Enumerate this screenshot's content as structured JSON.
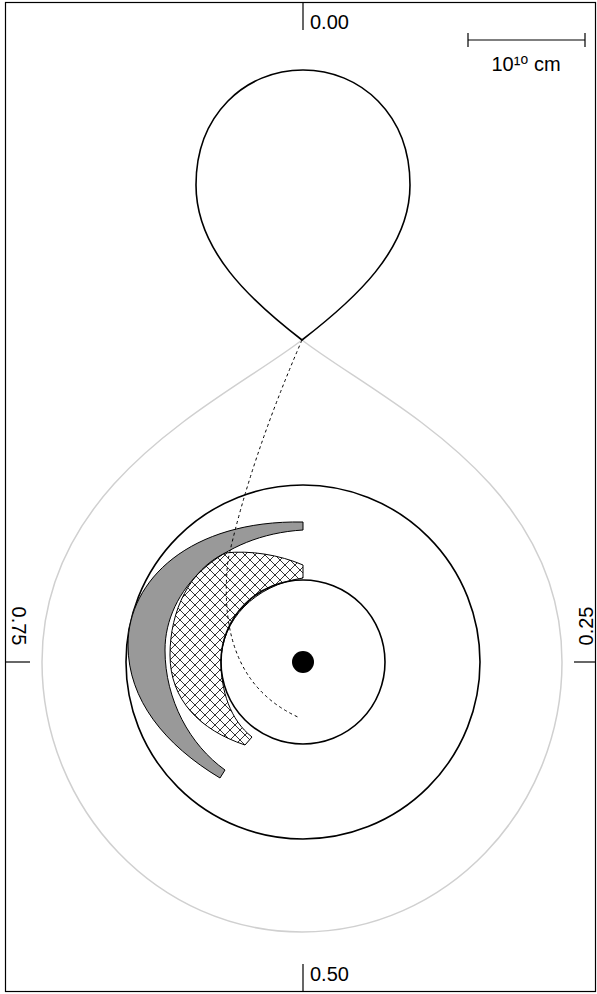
{
  "diagram": {
    "labels": [
      "0.00",
      "0.25",
      "0.50",
      "0.75",
      "10¹⁰ cm"
    ]
  }
}
